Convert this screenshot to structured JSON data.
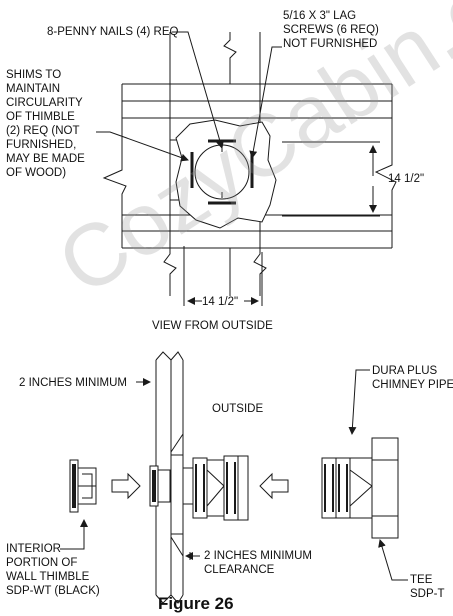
{
  "labels": {
    "nails": "8-PENNY NAILS (4) REQ",
    "lag_screws": "5/16 X 3\" LAG\nSCREWS (6 REQ)\nNOT FURNISHED",
    "shims": "SHIMS TO\nMAINTAIN\nCIRCULARITY\nOF THIMBLE\n(2) REQ (NOT\nFURNISHED,\nMAY BE MADE\nOF WOOD)",
    "dim_vertical": "14 1/2\"",
    "dim_horizontal": "14 1/2\"",
    "view_caption": "VIEW FROM OUTSIDE",
    "min_top": "2 INCHES MINIMUM",
    "outside": "OUTSIDE",
    "dura_plus": "DURA PLUS\nCHIMNEY PIPE",
    "min_bottom": "2 INCHES MINIMUM\nCLEARANCE",
    "interior": "INTERIOR\nPORTION OF\nWALL THIMBLE\nSDP-WT (BLACK)",
    "tee": "TEE\nSDP-T",
    "figure": "Figure 26"
  },
  "watermark": "CozyCabin.com",
  "colors": {
    "line": "#1a1a1a",
    "watermark": "#9a9a9a"
  }
}
